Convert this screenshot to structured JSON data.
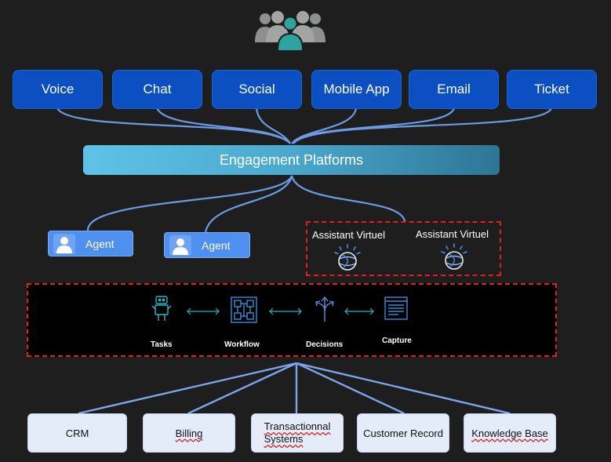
{
  "channels": {
    "voice": "Voice",
    "chat": "Chat",
    "social": "Social",
    "mobile_app": "Mobile App",
    "email": "Email",
    "ticket": "Ticket"
  },
  "platform": {
    "label": "Engagement Platforms"
  },
  "agents": {
    "agent_1": "Agent",
    "agent_2": "Agent"
  },
  "assistants": {
    "assistant_1": "Assistant Virtuel",
    "assistant_2": "Assistant Virtuel"
  },
  "processes": {
    "tasks": "Tasks",
    "workflow": "Workflow",
    "decisions": "Decisions",
    "capture": "Capture"
  },
  "systems": {
    "crm": "CRM",
    "billing": "Billing",
    "transactional_line1": "Transactionnal",
    "transactional_line2": "Systems",
    "customer_record": "Customer Record",
    "knowledge_base": "Knowledge Base"
  },
  "colors": {
    "background": "#1e1e1e",
    "channel_blue": "#0b4fc2",
    "agent_blue": "#4f8fef",
    "connector": "#6c9be6",
    "teal": "#2ea3a0",
    "dash_red": "#e01f1f"
  }
}
